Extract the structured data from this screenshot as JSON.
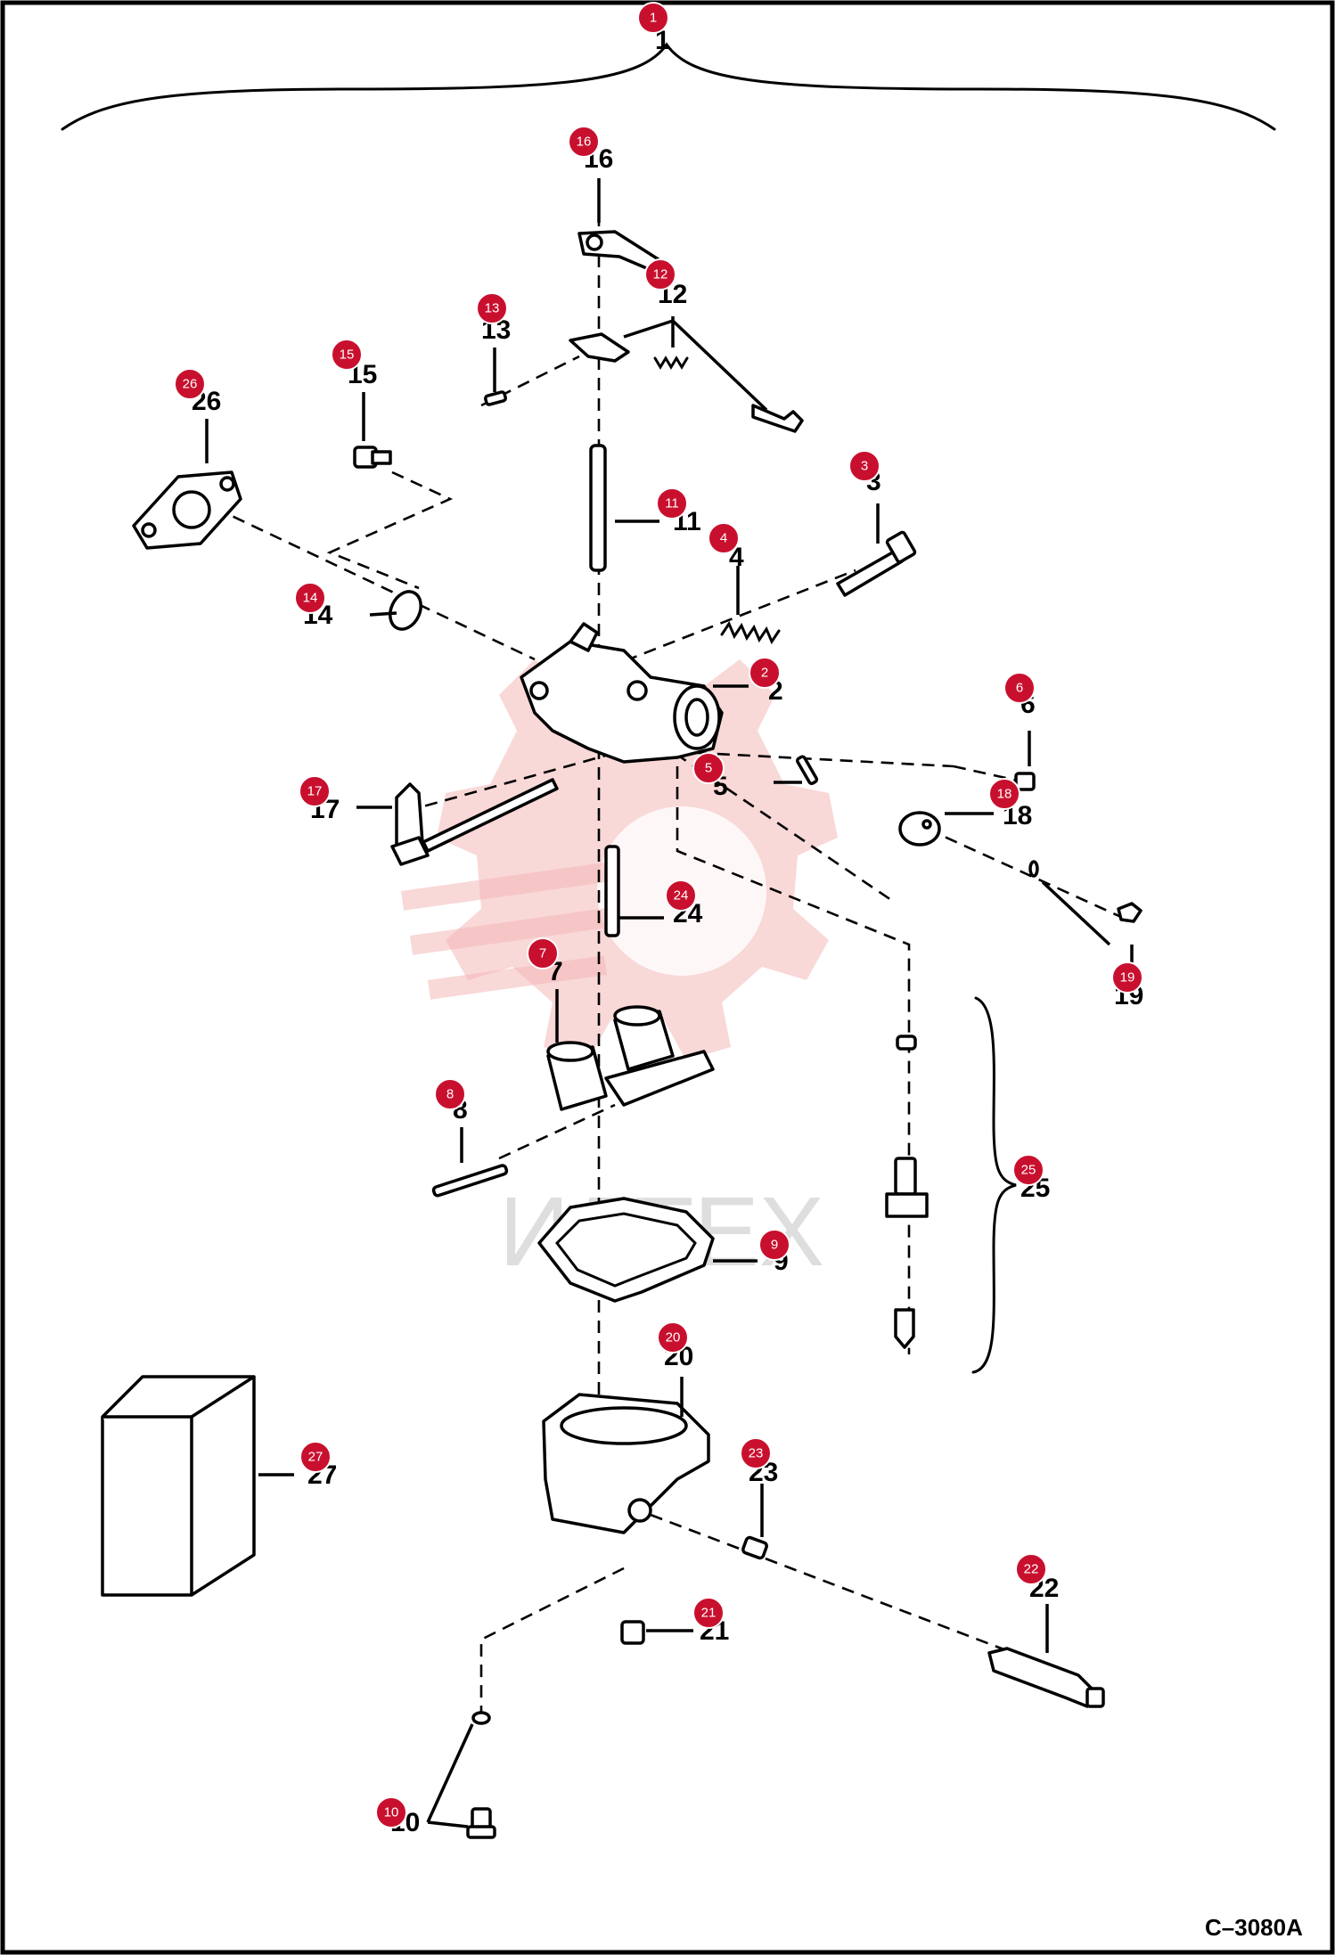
{
  "figure_ref": "C–3080A",
  "watermark_text": "ИЛТЕХ",
  "parts": [
    {
      "num": "1",
      "label": "1"
    },
    {
      "num": "2",
      "label": "2"
    },
    {
      "num": "3",
      "label": "3"
    },
    {
      "num": "4",
      "label": "4"
    },
    {
      "num": "5",
      "label": "5"
    },
    {
      "num": "6",
      "label": "6"
    },
    {
      "num": "7",
      "label": "7"
    },
    {
      "num": "8",
      "label": "8"
    },
    {
      "num": "9",
      "label": "9"
    },
    {
      "num": "10",
      "label": "10"
    },
    {
      "num": "11",
      "label": "11"
    },
    {
      "num": "12",
      "label": "12"
    },
    {
      "num": "13",
      "label": "13"
    },
    {
      "num": "14",
      "label": "14"
    },
    {
      "num": "15",
      "label": "15"
    },
    {
      "num": "16",
      "label": "16"
    },
    {
      "num": "17",
      "label": "17"
    },
    {
      "num": "18",
      "label": "18"
    },
    {
      "num": "19",
      "label": "19"
    },
    {
      "num": "20",
      "label": "20"
    },
    {
      "num": "21",
      "label": "21"
    },
    {
      "num": "22",
      "label": "22"
    },
    {
      "num": "23",
      "label": "23"
    },
    {
      "num": "24",
      "label": "24"
    },
    {
      "num": "25",
      "label": "25"
    },
    {
      "num": "26",
      "label": "26"
    },
    {
      "num": "27",
      "label": "27"
    }
  ],
  "colors": {
    "callout": "#c8102e",
    "watermark": "#f4b8b8",
    "line": "#000000"
  }
}
